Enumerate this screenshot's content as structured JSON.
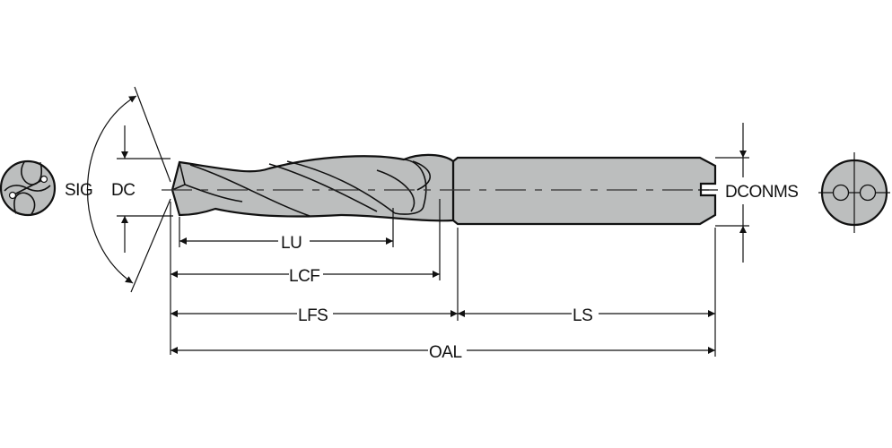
{
  "title": "Drill dimension diagram",
  "labels": {
    "sig": "SIG",
    "dc": "DC",
    "lu": "LU",
    "lcf": "LCF",
    "lfs": "LFS",
    "ls": "LS",
    "oal": "OAL",
    "dconms": "DCONMS"
  },
  "colors": {
    "body": "#bcbebe",
    "line": "#111111"
  }
}
